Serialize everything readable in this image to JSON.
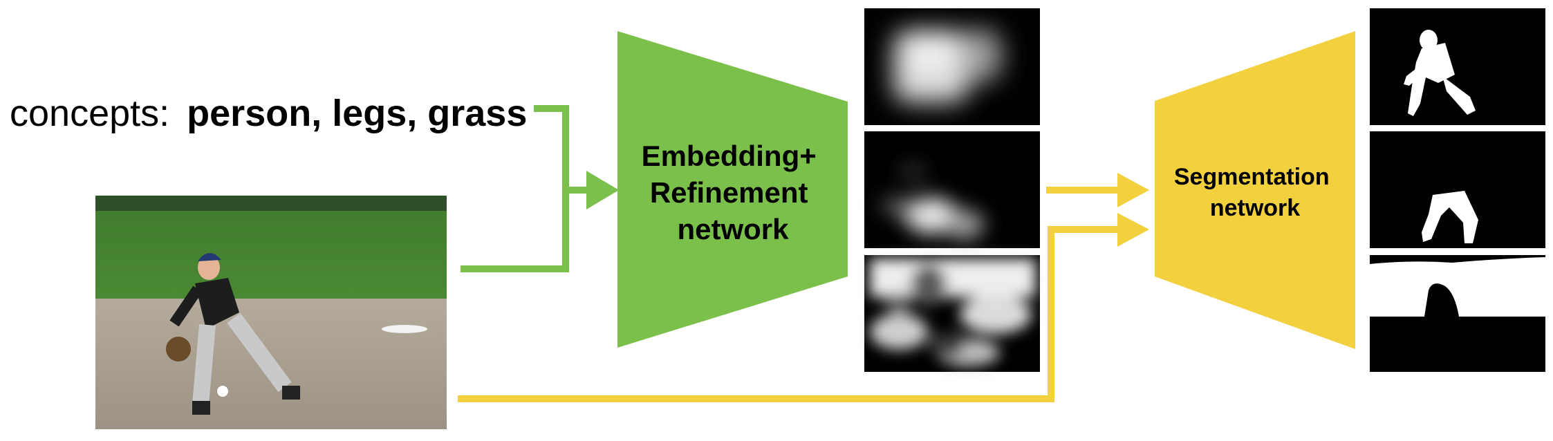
{
  "concepts": {
    "prefix": "concepts:",
    "terms": "person, legs, grass"
  },
  "embedding_network": {
    "line1": "Embedding+",
    "line2": "Refinement",
    "line3": "network"
  },
  "segmentation_network": {
    "line1": "Segmentation",
    "line2": "network"
  },
  "colors": {
    "green": "#7ac04a",
    "yellow": "#f2d03e"
  }
}
